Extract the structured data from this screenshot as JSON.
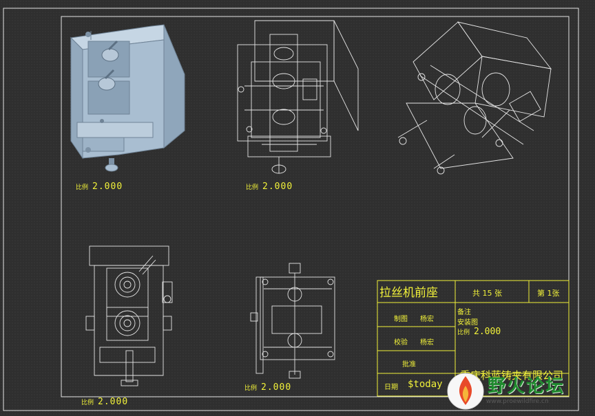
{
  "views": [
    {
      "scale_prefix": "比例",
      "scale": "2.000"
    },
    {
      "scale_prefix": "比例",
      "scale": "2.000"
    },
    {
      "scale_prefix": "比例",
      "scale": "2.000"
    },
    {
      "scale_prefix": "比例",
      "scale": "2.000"
    }
  ],
  "title_block": {
    "part_name": "拉丝机前座",
    "total_sheets": "共 15 张",
    "sheet_no": "第 1张",
    "drawn_label": "制图",
    "drawn_by": "杨宏",
    "checked_label": "校验",
    "checked_by": "杨宏",
    "approved_label": "批准",
    "date_label": "日期",
    "date_value": "$today",
    "remarks_label": "备注",
    "drawing_type": "安装图",
    "scale_prefix": "比例",
    "scale": "2.000",
    "company": "重庆科蓝铸夹有限公司"
  },
  "watermark": {
    "title": "野火论坛",
    "url": "www.proewildfire.cn"
  },
  "colors": {
    "line_yellow": "#f2f23a",
    "border_white": "#e6e6e6",
    "model_shaded": "#a9bed1",
    "watermark_green": "#1f8a2e"
  }
}
